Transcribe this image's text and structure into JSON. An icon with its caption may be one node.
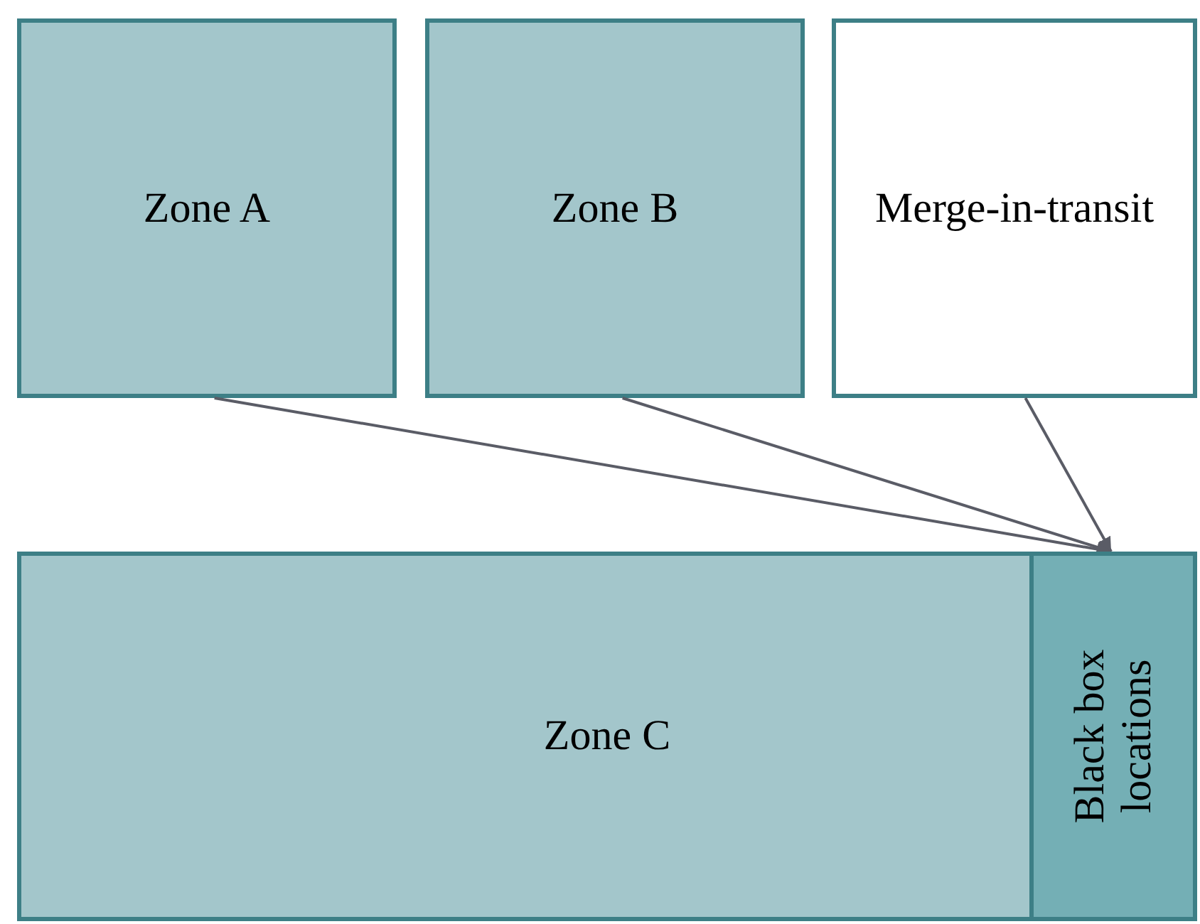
{
  "diagram": {
    "nodes": [
      {
        "text": [
          "Zone A"
        ]
      },
      {
        "text": [
          "Zone B"
        ]
      },
      {
        "text": [
          "Merge-in-transit"
        ]
      },
      {
        "text": [
          "Zone C"
        ]
      },
      {
        "text": [
          "Black box locations"
        ],
        "in": 3
      }
    ],
    "edges": [
      {
        "from": 0,
        "to": 4,
        "arrow": "to"
      },
      {
        "from": 1,
        "to": 4,
        "arrow": "to"
      },
      {
        "from": 2,
        "to": 4,
        "arrow": "to"
      }
    ]
  }
}
